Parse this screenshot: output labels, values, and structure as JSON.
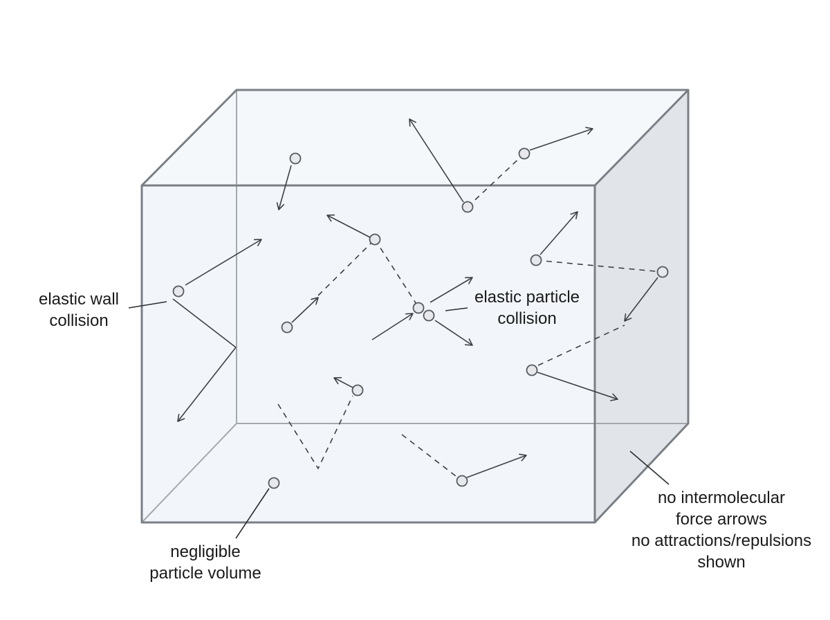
{
  "labels": {
    "wall_collision": [
      "elastic wall",
      "collision"
    ],
    "particle_collision": [
      "elastic particle",
      "collision"
    ],
    "particle_volume": [
      "negligible",
      "particle volume"
    ],
    "no_forces": [
      "no intermolecular",
      "force arrows",
      "no attractions/repulsions",
      "shown"
    ]
  },
  "colors": {
    "box_edge": "#7a7f86",
    "box_face": "#f2f6fa",
    "box_side": "#e1e4e8",
    "box_top": "#f5f8fb",
    "particle_fill": "#e6e8eb",
    "particle_stroke": "#555a60",
    "arrow": "#3c3f44",
    "text": "#1a1a1a"
  },
  "particle_count": 14
}
